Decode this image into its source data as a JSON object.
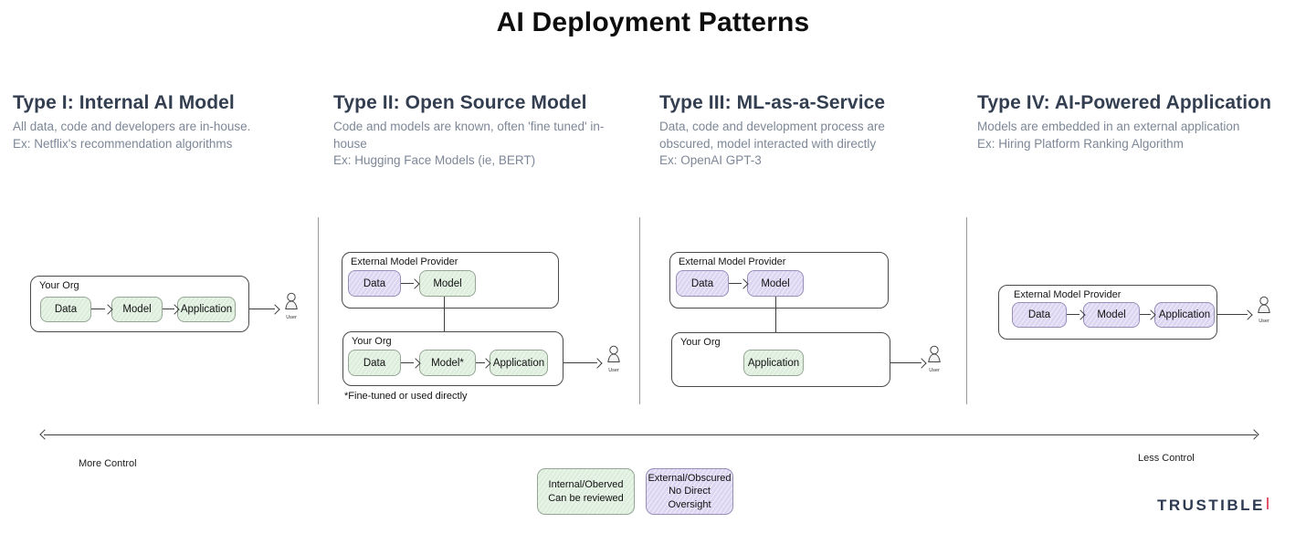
{
  "title": "AI Deployment Patterns",
  "user_label": "User",
  "columns": [
    {
      "heading": "Type I: Internal AI Model",
      "description": "All data, code and developers are in-house.",
      "example": "Ex: Netflix's recommendation algorithms"
    },
    {
      "heading": "Type II: Open Source Model",
      "description": "Code and models are known, often 'fine tuned' in-house",
      "example": "Ex: Hugging Face Models (ie, BERT)"
    },
    {
      "heading": "Type III: ML-as-a-Service",
      "description": "Data, code and development process are obscured, model interacted with directly",
      "example": "Ex: OpenAI GPT-3"
    },
    {
      "heading": "Type IV: AI-Powered Application",
      "description": "Models are embedded in an external application",
      "example": "Ex: Hiring Platform Ranking Algorithm"
    }
  ],
  "diagrams": {
    "type1": {
      "org_label": "Your Org",
      "nodes": [
        {
          "label": "Data",
          "kind": "internal"
        },
        {
          "label": "Model",
          "kind": "internal"
        },
        {
          "label": "Application",
          "kind": "internal"
        }
      ]
    },
    "type2": {
      "provider_label": "External Model Provider",
      "provider_nodes": [
        {
          "label": "Data",
          "kind": "external"
        },
        {
          "label": "Model",
          "kind": "internal"
        }
      ],
      "org_label": "Your Org",
      "org_nodes": [
        {
          "label": "Data",
          "kind": "internal"
        },
        {
          "label": "Model*",
          "kind": "internal"
        },
        {
          "label": "Application",
          "kind": "internal"
        }
      ],
      "footnote": "*Fine-tuned or used directly"
    },
    "type3": {
      "provider_label": "External Model Provider",
      "provider_nodes": [
        {
          "label": "Data",
          "kind": "external"
        },
        {
          "label": "Model",
          "kind": "external"
        }
      ],
      "org_label": "Your Org",
      "org_nodes": [
        {
          "label": "Application",
          "kind": "internal"
        }
      ]
    },
    "type4": {
      "provider_label": "External Model Provider",
      "provider_nodes": [
        {
          "label": "Data",
          "kind": "external"
        },
        {
          "label": "Model",
          "kind": "external"
        },
        {
          "label": "Application",
          "kind": "external"
        }
      ]
    }
  },
  "axis": {
    "left_label": "More Control",
    "right_label": "Less Control"
  },
  "legend": [
    {
      "line1": "Internal/Oberved",
      "line2": "Can be reviewed",
      "kind": "internal"
    },
    {
      "line1": "External/Obscured",
      "line2": "No Direct Oversight",
      "kind": "external"
    }
  ],
  "logo": {
    "text": "TRUSTIBLE"
  },
  "colors": {
    "internal_fill": "#ddeedd",
    "external_fill": "#ddd6f2",
    "heading_text": "#333f50",
    "description_text": "#7d8797",
    "logo_text": "#2e3a52",
    "logo_accent": "#e0556b"
  }
}
